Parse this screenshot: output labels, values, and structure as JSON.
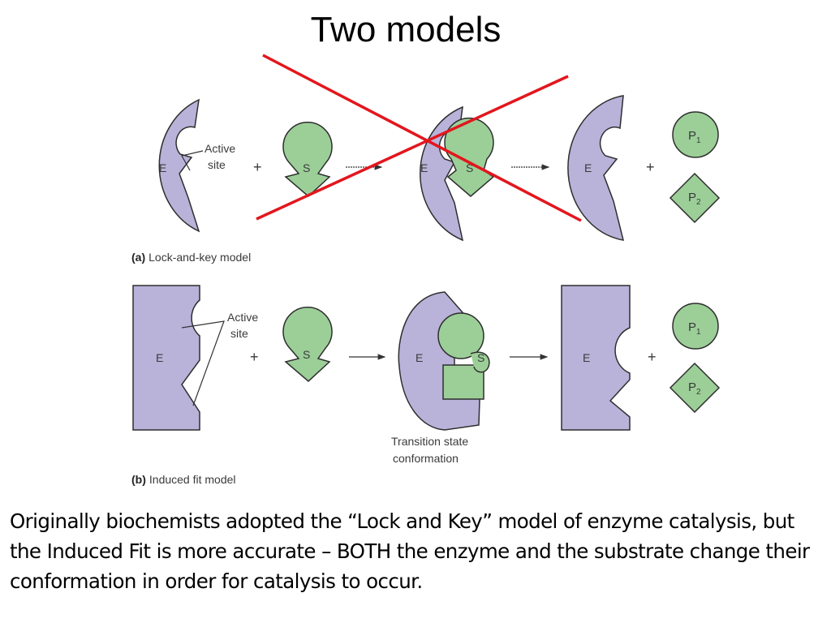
{
  "slide": {
    "title": "Two models",
    "caption": "Originally biochemists adopted the “Lock and Key” model of enzyme catalysis, but the Induced Fit is more accurate – BOTH the enzyme and the substrate change their conformation in order for catalysis to occur."
  },
  "diagram": {
    "colors": {
      "enzyme_fill": "#b9b3da",
      "substrate_fill": "#9ccf98",
      "outline": "#2e2e2e",
      "cross_out": "#e3161d"
    },
    "labels": {
      "enzyme": "E",
      "substrate": "S",
      "product1": "P",
      "product1_sub": "1",
      "product2": "P",
      "product2_sub": "2",
      "plus": "+",
      "active_site_line1": "Active",
      "active_site_line2": "site",
      "transition_state_line1": "Transition state",
      "transition_state_line2": "conformation"
    },
    "panel_a": {
      "letter": "(a)",
      "title": "Lock-and-key model",
      "crossed_out": true
    },
    "panel_b": {
      "letter": "(b)",
      "title": "Induced fit model"
    }
  }
}
